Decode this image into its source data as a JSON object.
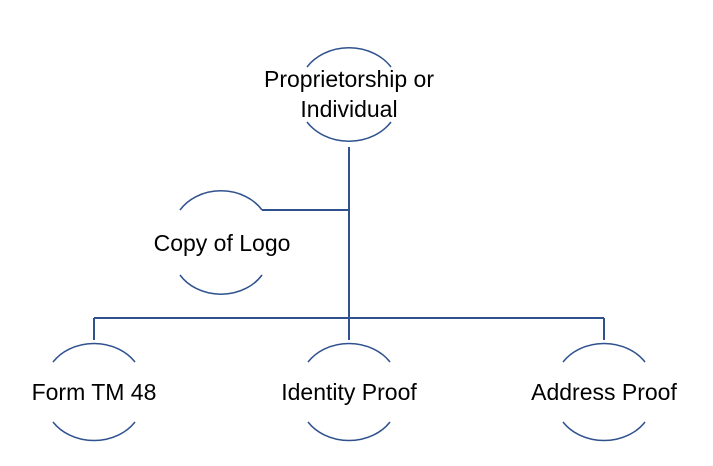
{
  "colors": {
    "line": "#2F528F",
    "text": "#000000",
    "background": "#FFFFFF"
  },
  "nodes": {
    "root": {
      "line1": "Proprietorship or",
      "line2": "Individual"
    },
    "assistant": {
      "label": "Copy of Logo"
    },
    "children": [
      {
        "label": "Form TM 48"
      },
      {
        "label": "Identity Proof"
      },
      {
        "label": "Address Proof"
      }
    ]
  }
}
